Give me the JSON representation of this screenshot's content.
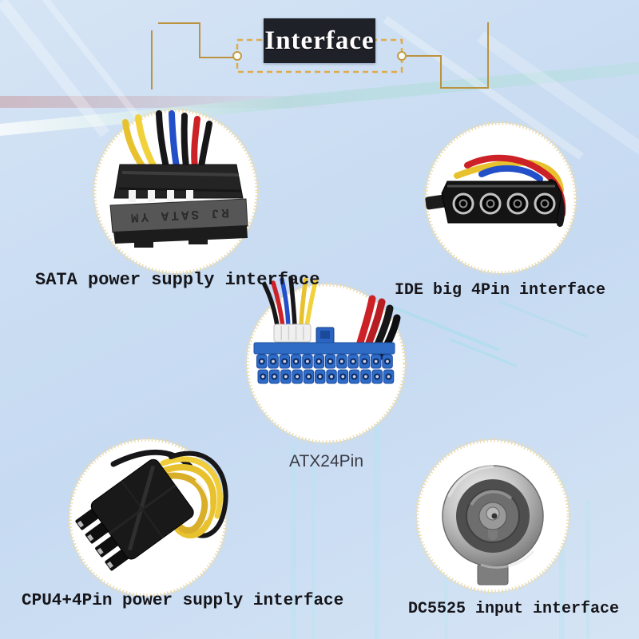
{
  "title": {
    "text": "Interface"
  },
  "palette": {
    "background_blue": "#c9dcf2",
    "accent_gold": "#bb9340",
    "dashed_frame_gold": "#e0ab4c",
    "scallop_cream": "#ecdcae",
    "title_bg": "#1f2129",
    "title_text": "#ffffff",
    "label_color": "#15151a",
    "atx_blue": "#2e6cc8",
    "wire_yellow": "#e8c22e",
    "wire_red": "#cc2127",
    "wire_blue": "#2350c8",
    "wire_black": "#17171a",
    "wire_orange": "#e07818",
    "metal_silver": "#c6c6c6"
  },
  "items": [
    {
      "id": "sata",
      "label": "SATA power supply interface",
      "connector_text": "RJ SATA YM"
    },
    {
      "id": "ide",
      "label": "IDE big 4Pin interface"
    },
    {
      "id": "atx",
      "label": "ATX24Pin"
    },
    {
      "id": "cpu",
      "label": "CPU4+4Pin power supply interface"
    },
    {
      "id": "dc",
      "label": "DC5525 input interface"
    }
  ]
}
